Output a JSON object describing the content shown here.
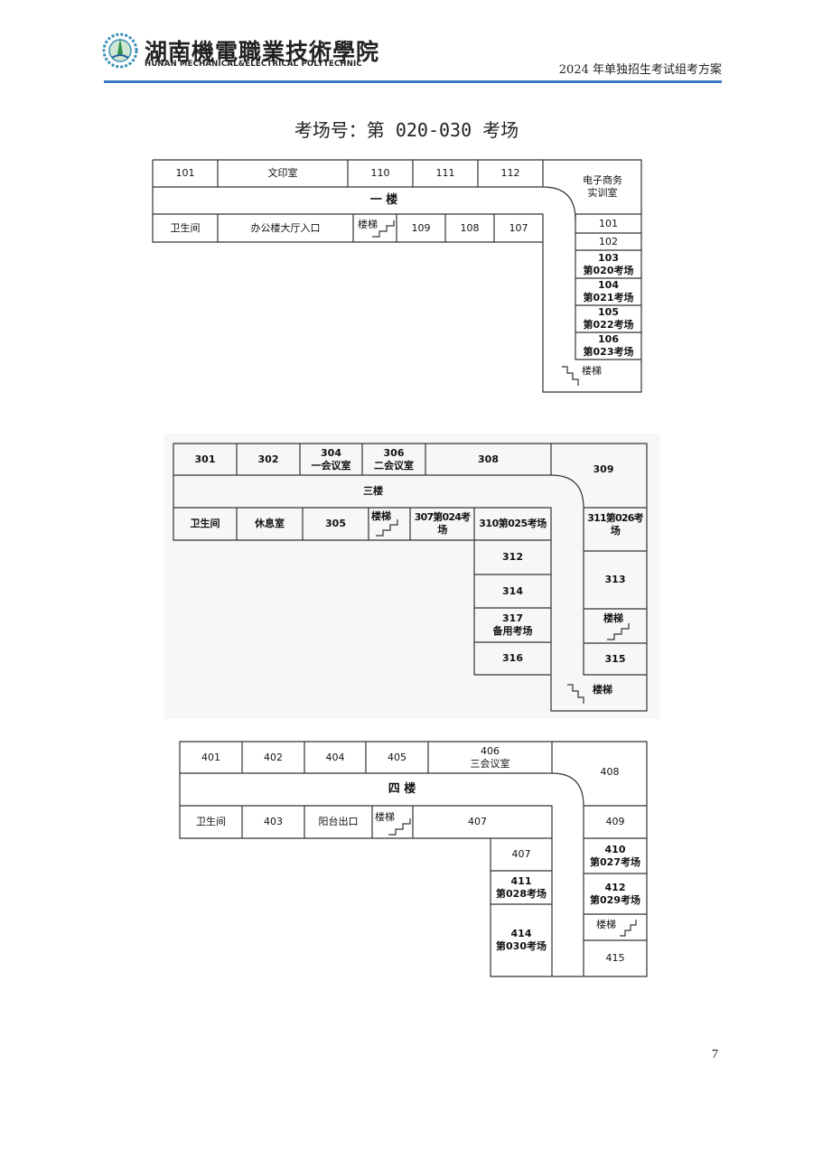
{
  "header": {
    "logo_cn": "湖南機電職業技術學院",
    "logo_en": "HUNAN MECHANICAL&ELECTRICAL POLYTECHNIC",
    "doc_title": "2024 年单独招生考试组考方案",
    "accent_color": "#3a78c3"
  },
  "page_title": "考场号：第 020-030 考场",
  "page_number": "7",
  "floor1": {
    "r101": "101",
    "wenyin": "文印室",
    "r110": "110",
    "r111": "111",
    "r112": "112",
    "dianzi": "电子商务\n实训室",
    "floor_label": "一 楼",
    "weisheng": "卫生间",
    "bangong": "办公楼大厅入口",
    "stairs": "楼梯",
    "r109": "109",
    "r108": "108",
    "r107": "107",
    "wing": [
      "101",
      "102",
      "103\n第020考场",
      "104\n第021考场",
      "105\n第022考场",
      "106\n第023考场"
    ],
    "stairs2": "楼梯"
  },
  "floor3": {
    "r301": "301",
    "r302": "302",
    "r304": "304\n一会议室",
    "r306": "306\n二会议室",
    "r308": "308",
    "r309": "309",
    "floor_label": "三楼",
    "weisheng": "卫生间",
    "xiuxi": "休息室",
    "r305": "305",
    "stairs": "楼梯",
    "r307": "307第024考场",
    "r310": "310第025考场",
    "r311": "311第026考场",
    "r312": "312",
    "r313": "313",
    "r314": "314",
    "r317": "317\n备用考场",
    "stairs_r": "楼梯",
    "r316": "316",
    "r315": "315",
    "stairs_b": "楼梯"
  },
  "floor4": {
    "r401": "401",
    "r402": "402",
    "r404": "404",
    "r405": "405",
    "r406": "406\n三会议室",
    "r408": "408",
    "floor_label": "四 楼",
    "weisheng": "卫生间",
    "r403": "403",
    "yangtai": "阳台出口",
    "stairs": "楼梯",
    "r407": "407",
    "r409": "409",
    "r407b": "407",
    "r410": "410\n第027考场",
    "r411": "411\n第028考场",
    "r412": "412\n第029考场",
    "stairs_r": "楼梯",
    "r414": "414\n第030考场",
    "r415": "415"
  }
}
